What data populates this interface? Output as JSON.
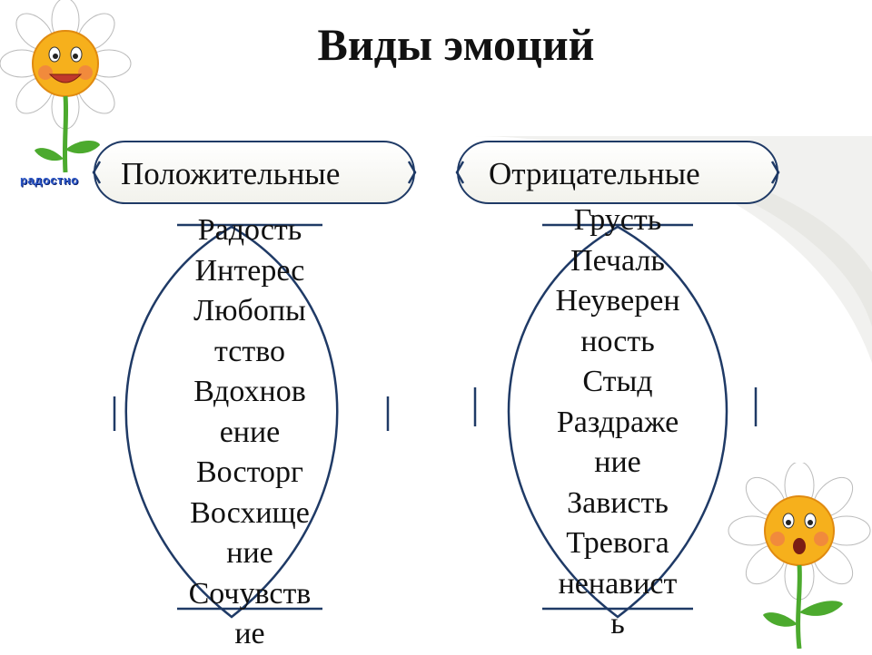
{
  "title": "Виды эмоций",
  "positive": {
    "label": "Положительные",
    "items": [
      "Радость",
      "Интерес",
      "Любопы",
      "тство",
      "Вдохнов",
      "ение",
      "Восторг",
      "Восхище",
      "ние",
      "Сочувств",
      "ие"
    ]
  },
  "negative": {
    "label": "Отрицательные",
    "items": [
      "Грусть",
      "Печаль",
      "Неуверен",
      "ность",
      "Стыд",
      "Раздраже",
      "ние",
      "Зависть",
      "Тревога",
      "ненавист",
      "ь"
    ]
  },
  "flower_caption": "радостно",
  "colors": {
    "outline": "#1f3a66",
    "petal": "#ffffff",
    "face": "#f6b01c",
    "stem": "#4caa2e"
  }
}
